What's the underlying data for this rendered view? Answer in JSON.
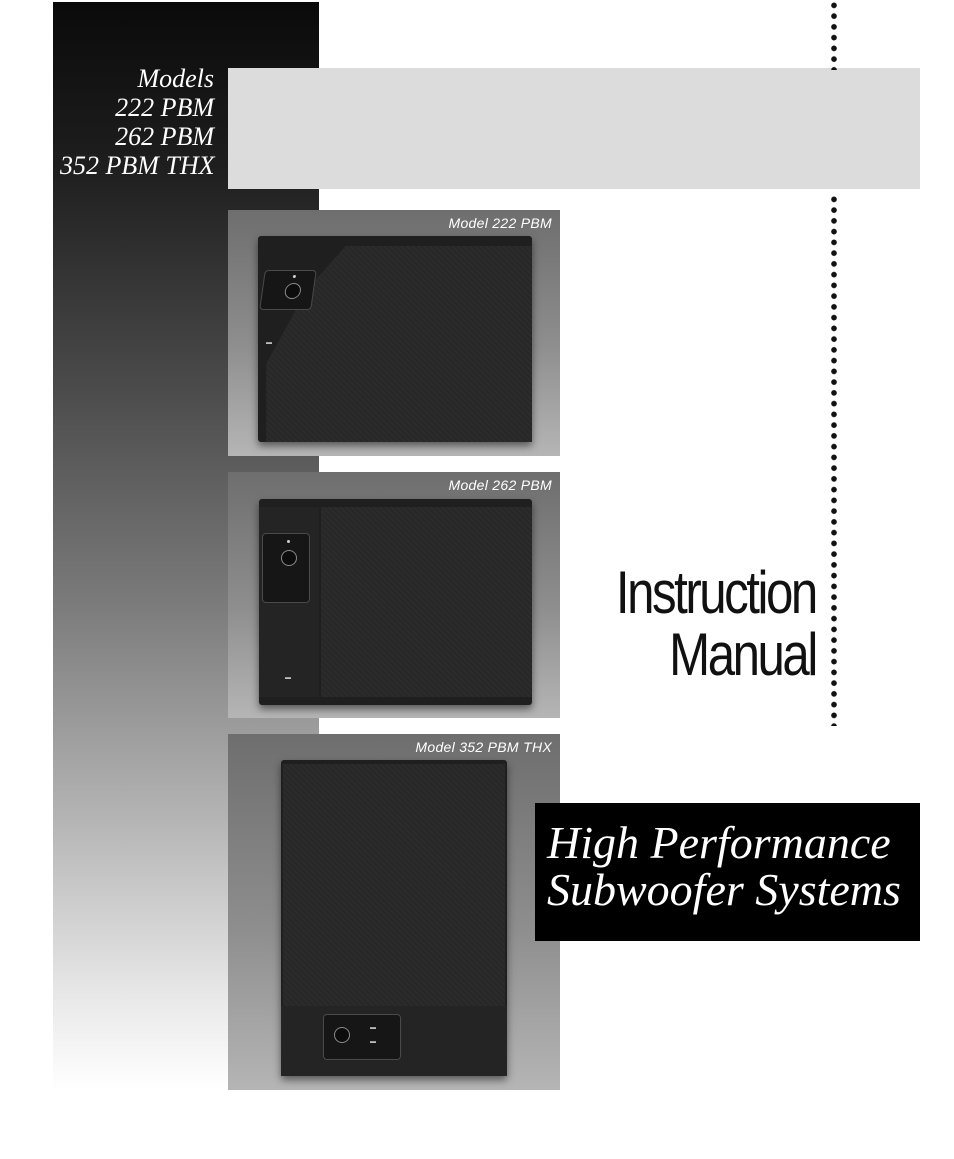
{
  "models": {
    "heading": "Models",
    "list": [
      "222 PBM",
      "262 PBM",
      "352 PBM THX"
    ]
  },
  "panels": [
    {
      "caption": "Model 222 PBM"
    },
    {
      "caption": "Model 262 PBM"
    },
    {
      "caption": "Model 352 PBM THX"
    }
  ],
  "title": {
    "line1": "Instruction",
    "line2": "Manual"
  },
  "subtitle": {
    "line1": "High Performance",
    "line2": "Subwoofer Systems"
  },
  "colors": {
    "band_top": "#0a0a0a",
    "header_bar": "#dcdcdc",
    "subtitle_box": "#000000"
  }
}
